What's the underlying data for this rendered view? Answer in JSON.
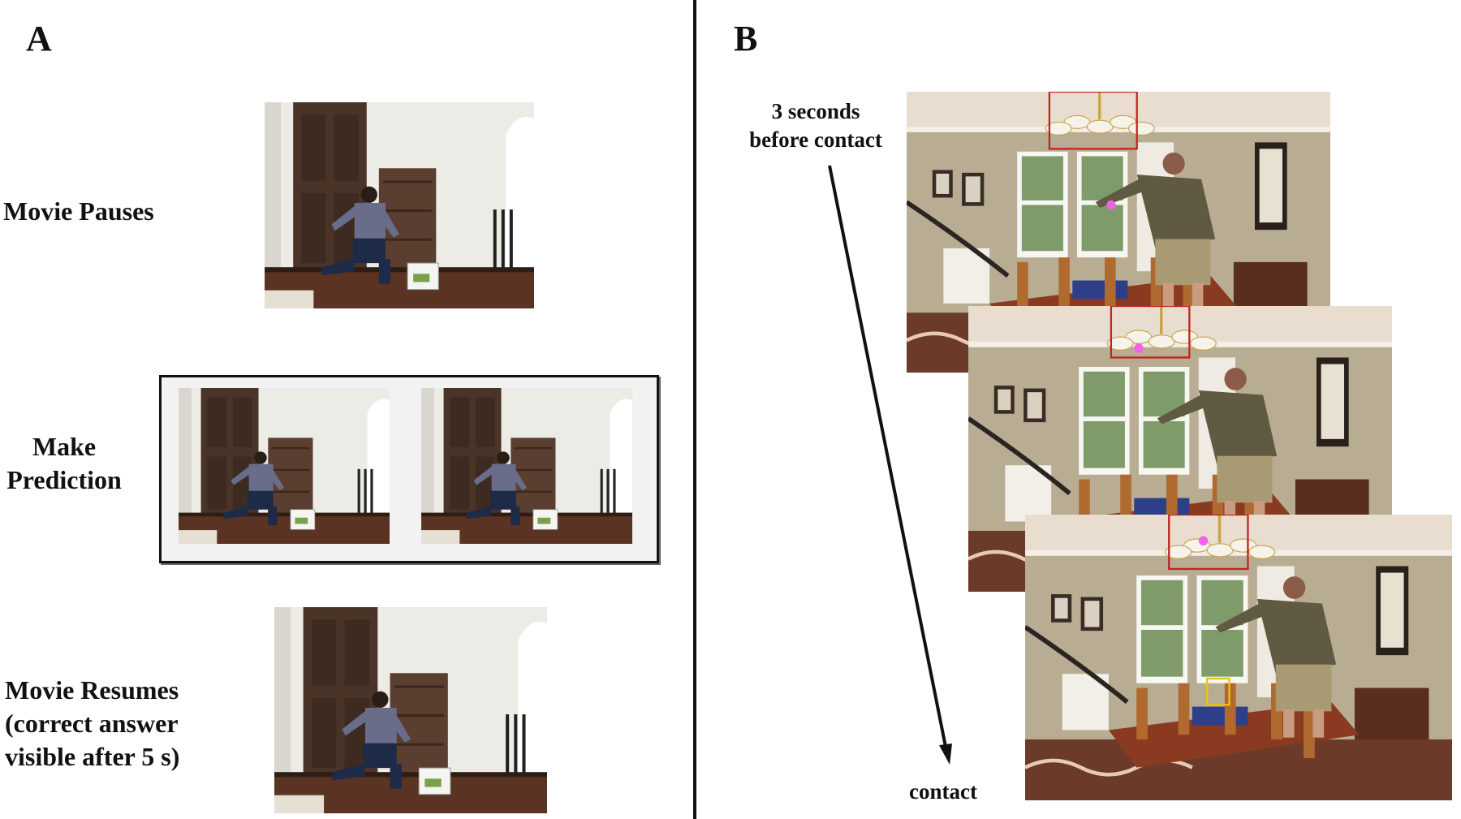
{
  "panel_a": {
    "letter": "A",
    "step_pause": "Movie Pauses",
    "step_predict_line1": "Make",
    "step_predict_line2": "Prediction",
    "step_resume_line1": "Movie Resumes",
    "step_resume_line2": "(correct answer",
    "step_resume_line3": "visible after 5 s)"
  },
  "panel_b": {
    "letter": "B",
    "time_label_line1": "3 seconds",
    "time_label_line2": "before contact",
    "end_label": "contact"
  },
  "colors": {
    "highlight_red": "#c0241f",
    "highlight_yellow": "#e8c21c",
    "gaze_dot": "#f062e8"
  }
}
